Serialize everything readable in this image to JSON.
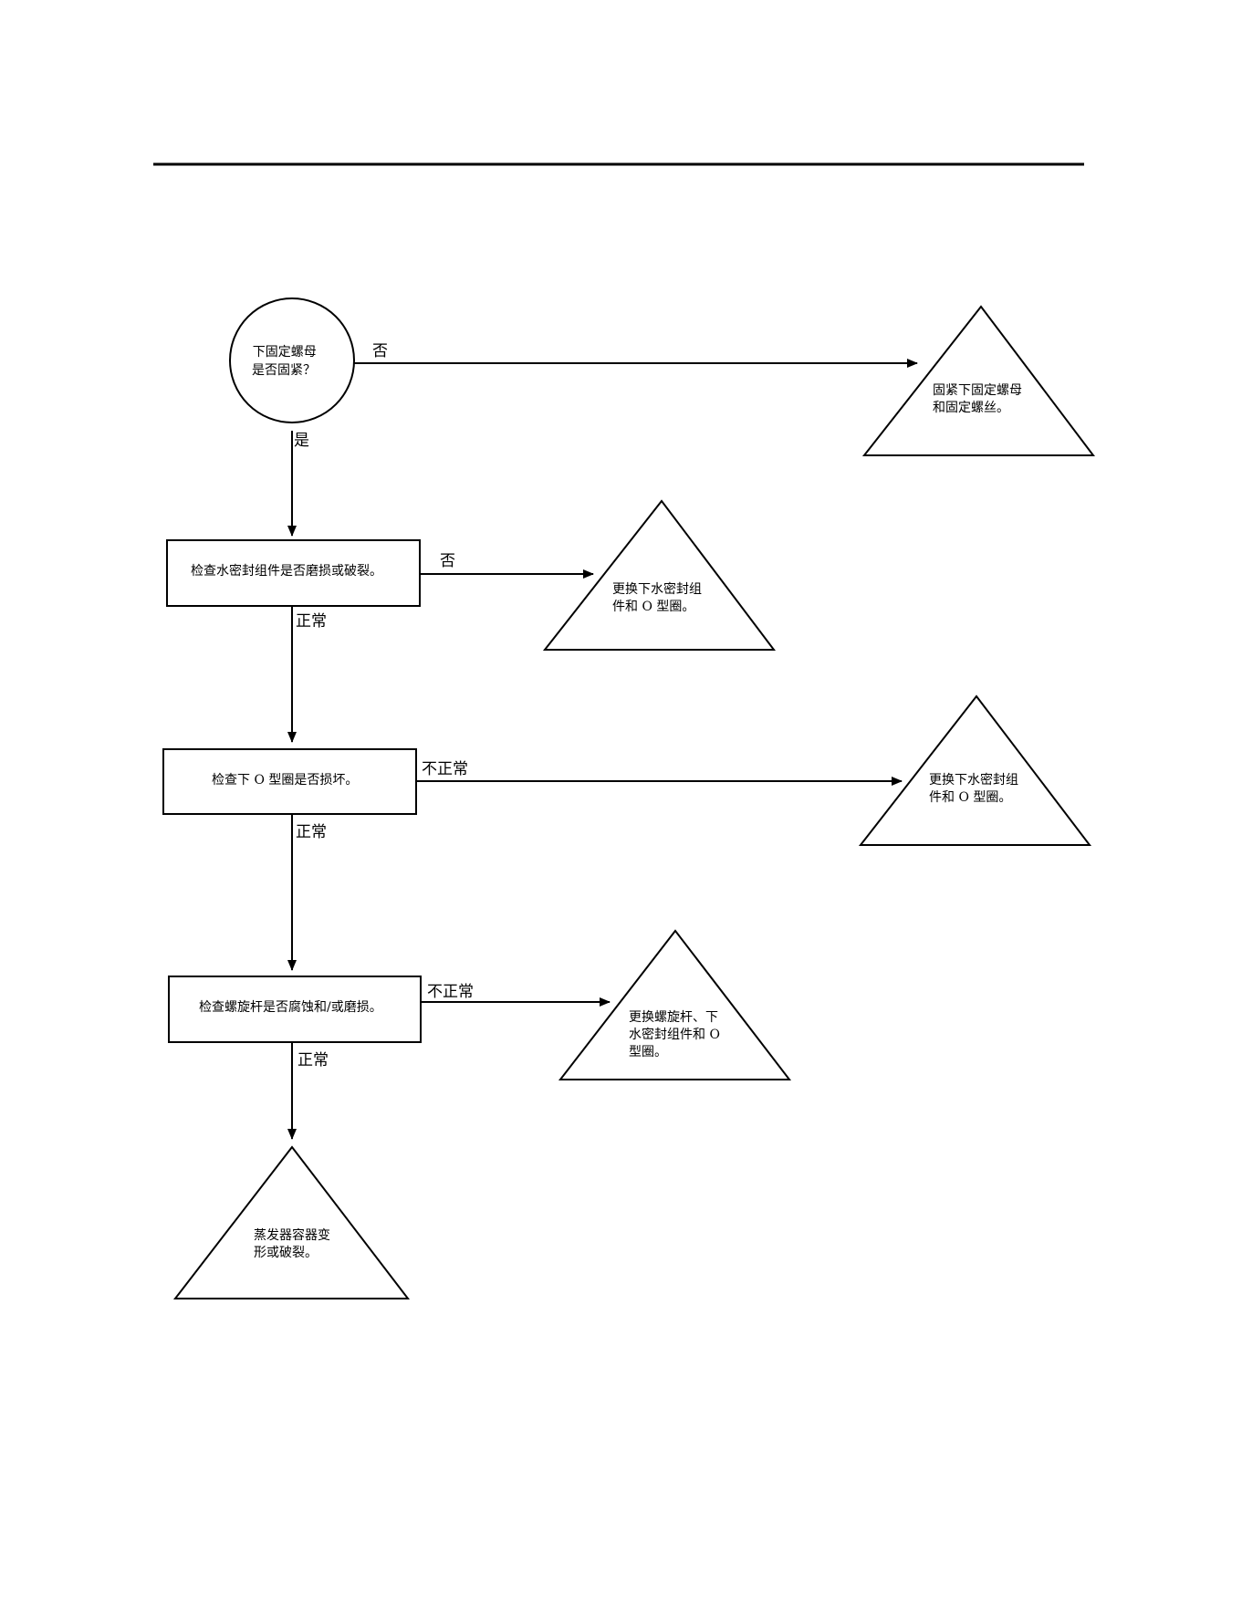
{
  "nodes": {
    "q_nut": {
      "lines": [
        "下固定螺母",
        "是否固紧？"
      ]
    },
    "a_tighten": {
      "lines": [
        "固紧下固定螺母",
        "和固定螺丝。"
      ]
    },
    "c_water_seal": {
      "lines": [
        "检查水密封组件是否磨损或破裂。"
      ]
    },
    "a_replace_seal_1": {
      "lines": [
        "更换下水密封组",
        "件和 O 型圈。"
      ]
    },
    "c_oring": {
      "lines": [
        "检查下 O 型圈是否损坏。"
      ]
    },
    "a_replace_seal_2": {
      "lines": [
        "更换下水密封组",
        "件和 O 型圈。"
      ]
    },
    "c_screw": {
      "lines": [
        "检查螺旋杆是否腐蚀和/或磨损。"
      ]
    },
    "a_replace_screw": {
      "lines": [
        "更换螺旋杆、下",
        "水密封组件和 O",
        "型圈。"
      ]
    },
    "a_evaporator": {
      "lines": [
        "蒸发器容器变",
        "形或破裂。"
      ]
    }
  },
  "edges": {
    "no_1": "否",
    "yes_1": "是",
    "no_2": "否",
    "normal_1": "正常",
    "abnormal_1": "不正常",
    "normal_2": "正常",
    "abnormal_2": "不正常",
    "normal_3": "正常"
  }
}
